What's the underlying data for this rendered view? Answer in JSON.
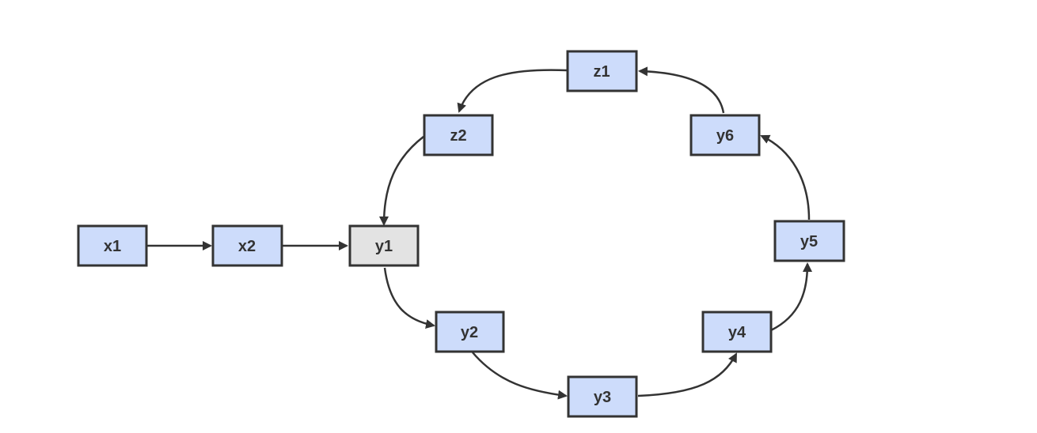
{
  "diagram": {
    "colors": {
      "node_fill": "#cddcfb",
      "highlight_fill": "#e3e3e3",
      "stroke": "#333333"
    },
    "nodes": [
      {
        "id": "x1",
        "label": "x1",
        "highlighted": false
      },
      {
        "id": "x2",
        "label": "x2",
        "highlighted": false
      },
      {
        "id": "y1",
        "label": "y1",
        "highlighted": true
      },
      {
        "id": "y2",
        "label": "y2",
        "highlighted": false
      },
      {
        "id": "y3",
        "label": "y3",
        "highlighted": false
      },
      {
        "id": "y4",
        "label": "y4",
        "highlighted": false
      },
      {
        "id": "y5",
        "label": "y5",
        "highlighted": false
      },
      {
        "id": "y6",
        "label": "y6",
        "highlighted": false
      },
      {
        "id": "z1",
        "label": "z1",
        "highlighted": false
      },
      {
        "id": "z2",
        "label": "z2",
        "highlighted": false
      }
    ],
    "edges": [
      {
        "from": "x1",
        "to": "x2"
      },
      {
        "from": "x2",
        "to": "y1"
      },
      {
        "from": "y1",
        "to": "y2"
      },
      {
        "from": "y2",
        "to": "y3"
      },
      {
        "from": "y3",
        "to": "y4"
      },
      {
        "from": "y4",
        "to": "y5"
      },
      {
        "from": "y5",
        "to": "y6"
      },
      {
        "from": "y6",
        "to": "z1"
      },
      {
        "from": "z1",
        "to": "z2"
      },
      {
        "from": "z2",
        "to": "y1"
      }
    ]
  }
}
